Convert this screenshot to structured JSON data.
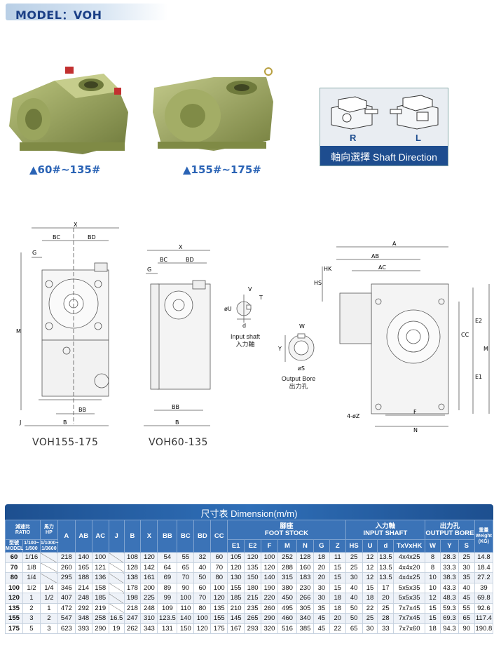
{
  "header": {
    "title": "MODEL：VOH"
  },
  "products": [
    {
      "caption": "▲60#~135#"
    },
    {
      "caption": "▲155#~175#"
    }
  ],
  "shaft_direction": {
    "left": "R",
    "right": "L",
    "label": "軸向選擇  Shaft Direction"
  },
  "drawings": {
    "left_title": "VOH155-175",
    "mid_title": "VOH60-135",
    "input_shaft": "Input shaft\n入力軸",
    "output_bore": "Output Bore\n出力孔",
    "labels": {
      "X": "X",
      "BC": "BC",
      "BD": "BD",
      "G": "G",
      "M": "M",
      "BB": "BB",
      "B": "B",
      "J": "J",
      "V": "V",
      "T": "T",
      "oU": "øU",
      "d": "d",
      "W": "W",
      "Y": "Y",
      "oS": "øS",
      "A": "A",
      "AB": "AB",
      "AC": "AC",
      "HK": "HK",
      "HS": "HS",
      "CC": "CC",
      "E2": "E2",
      "E1": "E1",
      "F": "F",
      "N": "N",
      "Z": "4-øZ"
    }
  },
  "table": {
    "title": "尺寸表 Dimension(m/m)",
    "headers": {
      "ratio": "減速比\nRATIO",
      "hp": "馬力\nHP",
      "model": "型號\nMODEL",
      "hp1": "1/100~\n1/500",
      "hp2": "1/1000~\n1/3600",
      "foot_stock": "腳座\nFOOT STOCK",
      "input_shaft": "入力軸\nINPUT SHAFT",
      "output_bore": "出力孔\nOUTPUT BORE",
      "weight": "重量\nWeight\n(KG)"
    },
    "dim_cols": [
      "A",
      "AB",
      "AC",
      "J",
      "B",
      "X",
      "BB",
      "BC",
      "BD",
      "CC"
    ],
    "foot_cols": [
      "E1",
      "E2",
      "F",
      "M",
      "N",
      "G",
      "Z"
    ],
    "input_cols": [
      "HS",
      "U",
      "d",
      "TxVxHK"
    ],
    "output_cols": [
      "W",
      "Y",
      "S"
    ],
    "rows": [
      [
        "60",
        "1/16",
        "",
        "218",
        "140",
        "100",
        "",
        "108",
        "120",
        "54",
        "55",
        "32",
        "60",
        "105",
        "120",
        "100",
        "252",
        "128",
        "18",
        "11",
        "25",
        "12",
        "13.5",
        "4x4x25",
        "8",
        "28.3",
        "25",
        "14.8"
      ],
      [
        "70",
        "1/8",
        "",
        "260",
        "165",
        "121",
        "",
        "128",
        "142",
        "64",
        "65",
        "40",
        "70",
        "120",
        "135",
        "120",
        "288",
        "160",
        "20",
        "15",
        "25",
        "12",
        "13.5",
        "4x4x20",
        "8",
        "33.3",
        "30",
        "18.4"
      ],
      [
        "80",
        "1/4",
        "",
        "295",
        "188",
        "136",
        "",
        "138",
        "161",
        "69",
        "70",
        "50",
        "80",
        "130",
        "150",
        "140",
        "315",
        "183",
        "20",
        "15",
        "30",
        "12",
        "13.5",
        "4x4x25",
        "10",
        "38.3",
        "35",
        "27.2"
      ],
      [
        "100",
        "1/2",
        "1/4",
        "346",
        "214",
        "158",
        "",
        "178",
        "200",
        "89",
        "90",
        "60",
        "100",
        "155",
        "180",
        "190",
        "380",
        "230",
        "30",
        "15",
        "40",
        "15",
        "17",
        "5x5x35",
        "10",
        "43.3",
        "40",
        "39"
      ],
      [
        "120",
        "1",
        "1/2",
        "407",
        "248",
        "185",
        "",
        "198",
        "225",
        "99",
        "100",
        "70",
        "120",
        "185",
        "215",
        "220",
        "450",
        "266",
        "30",
        "18",
        "40",
        "18",
        "20",
        "5x5x35",
        "12",
        "48.3",
        "45",
        "69.8"
      ],
      [
        "135",
        "2",
        "1",
        "472",
        "292",
        "219",
        "",
        "218",
        "248",
        "109",
        "110",
        "80",
        "135",
        "210",
        "235",
        "260",
        "495",
        "305",
        "35",
        "18",
        "50",
        "22",
        "25",
        "7x7x45",
        "15",
        "59.3",
        "55",
        "92.6"
      ],
      [
        "155",
        "3",
        "2",
        "547",
        "348",
        "258",
        "16.5",
        "247",
        "310",
        "123.5",
        "140",
        "100",
        "155",
        "145",
        "265",
        "290",
        "460",
        "340",
        "45",
        "20",
        "50",
        "25",
        "28",
        "7x7x45",
        "15",
        "69.3",
        "65",
        "117.4"
      ],
      [
        "175",
        "5",
        "3",
        "623",
        "393",
        "290",
        "19",
        "262",
        "343",
        "131",
        "150",
        "120",
        "175",
        "167",
        "293",
        "320",
        "516",
        "385",
        "45",
        "22",
        "65",
        "30",
        "33",
        "7x7x60",
        "18",
        "94.3",
        "90",
        "190.8"
      ]
    ]
  },
  "colors": {
    "brand": "#1a3f86",
    "table_header": "#3b73b7",
    "gear_body": "#8f9a55"
  }
}
